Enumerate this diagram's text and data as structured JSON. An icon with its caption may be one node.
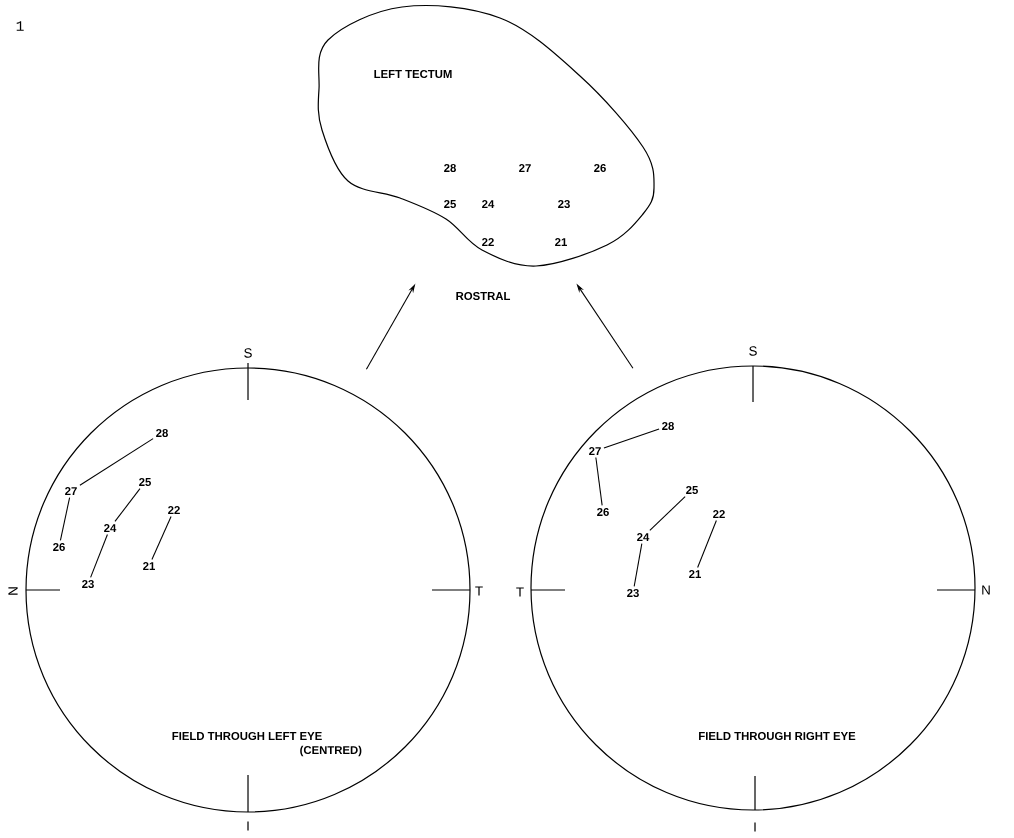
{
  "diagram": {
    "nodes": [
      {
        "text": [
          "LEFT TECTUM",
          "28",
          "27",
          "26",
          "25",
          "24",
          "23",
          "22",
          "21"
        ],
        "beside": [
          "ROSTRAL"
        ]
      },
      {
        "text": [
          "FIELD THROUGH LEFT EYE",
          "(CENTRED)"
        ]
      },
      {
        "text": [
          "28"
        ],
        "in": 1
      },
      {
        "text": [
          "25"
        ],
        "in": 1
      },
      {
        "text": [
          "27"
        ],
        "in": 1
      },
      {
        "text": [
          "22"
        ],
        "in": 1
      },
      {
        "text": [
          "24"
        ],
        "in": 1
      },
      {
        "text": [
          "26"
        ],
        "in": 1
      },
      {
        "text": [
          "21"
        ],
        "in": 1
      },
      {
        "text": [
          "23"
        ],
        "in": 1
      },
      {
        "text": [
          "FIELD THROUGH RIGHT EYE"
        ]
      },
      {
        "text": [
          "28"
        ],
        "in": 10
      },
      {
        "text": [
          "27"
        ],
        "in": 10
      },
      {
        "text": [
          "25"
        ],
        "in": 10
      },
      {
        "text": [
          "26"
        ],
        "in": 10
      },
      {
        "text": [
          "22"
        ],
        "in": 10
      },
      {
        "text": [
          "24"
        ],
        "in": 10
      },
      {
        "text": [
          "21"
        ],
        "in": 10
      },
      {
        "text": [
          "23"
        ],
        "in": 10
      }
    ],
    "edges": [
      {
        "from": 1,
        "to": 0,
        "arrow": "to"
      },
      {
        "from": 10,
        "to": 0,
        "arrow": "to"
      },
      {
        "from": 2,
        "to": 4,
        "arrow": "none"
      },
      {
        "from": 4,
        "to": 7,
        "arrow": "none"
      },
      {
        "from": 3,
        "to": 6,
        "arrow": "none"
      },
      {
        "from": 6,
        "to": 9,
        "arrow": "none"
      },
      {
        "from": 5,
        "to": 8,
        "arrow": "none"
      },
      {
        "from": 11,
        "to": 12,
        "arrow": "none"
      },
      {
        "from": 12,
        "to": 14,
        "arrow": "none"
      },
      {
        "from": 13,
        "to": 16,
        "arrow": "none"
      },
      {
        "from": 16,
        "to": 18,
        "arrow": "none"
      },
      {
        "from": 15,
        "to": 17,
        "arrow": "none"
      }
    ],
    "labels": [
      "1",
      "S",
      "N",
      "T",
      "I",
      "S",
      "T",
      "N",
      "I"
    ]
  }
}
